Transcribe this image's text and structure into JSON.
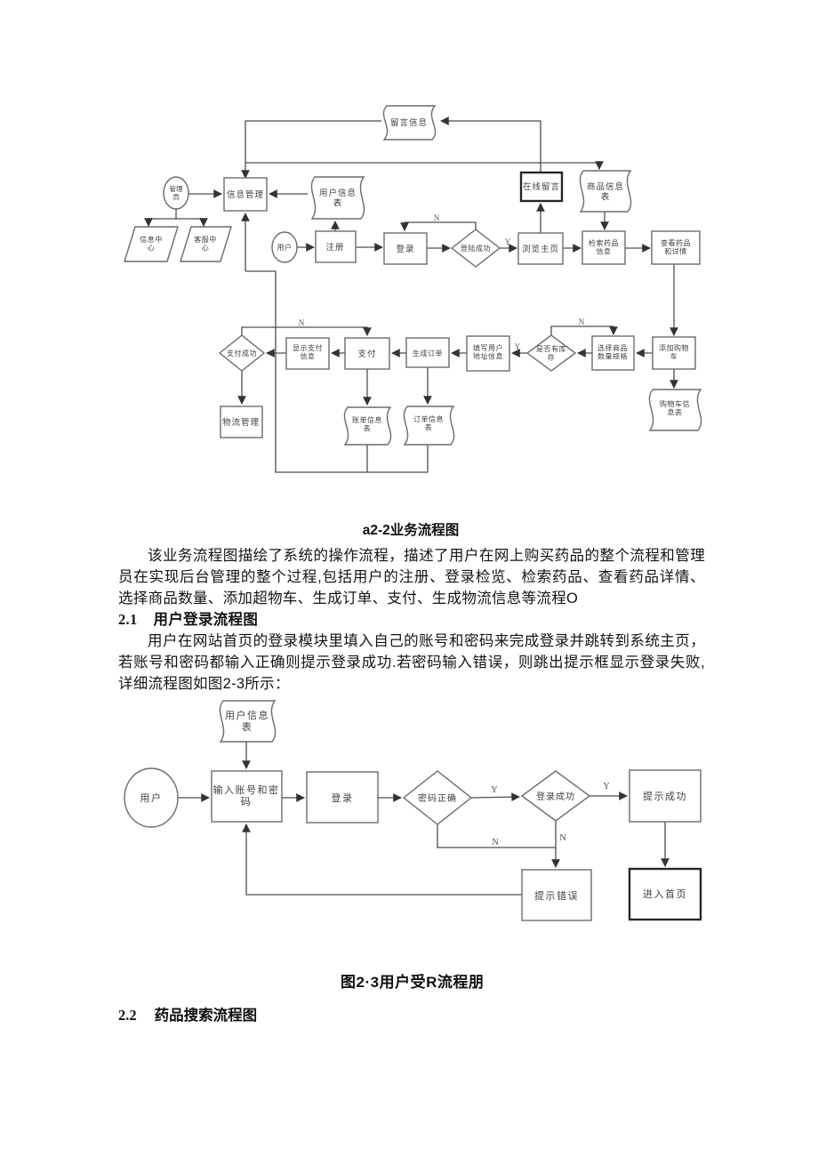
{
  "page": {
    "caption_chart1": "a2-2业务流程图",
    "para1": "该业务流程图描绘了系统的操作流程，描述了用户在网上购买药品的整个流程和管理员在实现后台管理的整个过程,包括用户的注册、登录检览、检索药品、查看药品详情、选择商品数量、添加超物车、生成订单、支付、生成物流信息等流程O",
    "heading_2_1_num": "2.1",
    "heading_2_1_title": "用户登录流程图",
    "para2": "用户在网站首页的登录模块里填入自己的账号和密码来完成登录并跳转到系统主页，若账号和密码都输入正确则提示登录成功.若密码输入错误，则跳出提示框显示登录失败,详细流程图如图2-3所示：",
    "caption_chart2": "图2·3用户受R流程朋",
    "heading_2_2_num": "2.2",
    "heading_2_2_title": "药品搜索流程图"
  },
  "chart1": {
    "nodes": {
      "msg_table": "留言信息",
      "admin": "管理\n员",
      "info_mgmt": "信息管理",
      "user_table": "用户信息\n表",
      "online_msg": "在线留言",
      "product_table": "商品信息\n表",
      "info_center": "信息中\n心",
      "service_center": "客服中\n心",
      "user": "用户",
      "register": "注册",
      "login": "登录",
      "login_check": "登陆成功",
      "browse_home": "浏览主页",
      "search_drug": "检索药品\n信息",
      "view_drug": "查看药品\n和详情",
      "pay_check": "支付成功",
      "show_pay": "显示支付\n信息",
      "pay": "支付",
      "gen_order": "生成订单",
      "fill_addr": "填写用户\n地址信息",
      "stock_check": "是否有库\n存",
      "select_qty": "选择商品\n数量规格",
      "add_cart": "添加购物\n车",
      "logistics": "物流管理",
      "bill_table": "账单信息\n表",
      "order_table": "订单信息\n表",
      "cart_table": "购物车信\n息表"
    },
    "edge_labels": {
      "login_no": "N",
      "login_yes": "Y",
      "stock_no": "N",
      "stock_yes": "Y",
      "pay_no": "N"
    }
  },
  "chart2": {
    "nodes": {
      "user_table": "用户信息\n表",
      "user": "用户",
      "input_account": "输入账号和密\n码",
      "login": "登录",
      "pwd_check": "密码正确",
      "login_check": "登录成功",
      "tip_success": "提示成功",
      "tip_error": "提示错误",
      "enter_home": "进入首页"
    },
    "edge_labels": {
      "pwd_yes": "Y",
      "pwd_no": "N",
      "ok_yes": "Y",
      "ok_no": "N"
    }
  },
  "colors": {
    "page_bg": "#ffffff",
    "shape_border": "#6b6b6b",
    "bold_border": "#262626",
    "line_ink": "#4d4d4d",
    "text_ink": "#3f3f3f"
  }
}
